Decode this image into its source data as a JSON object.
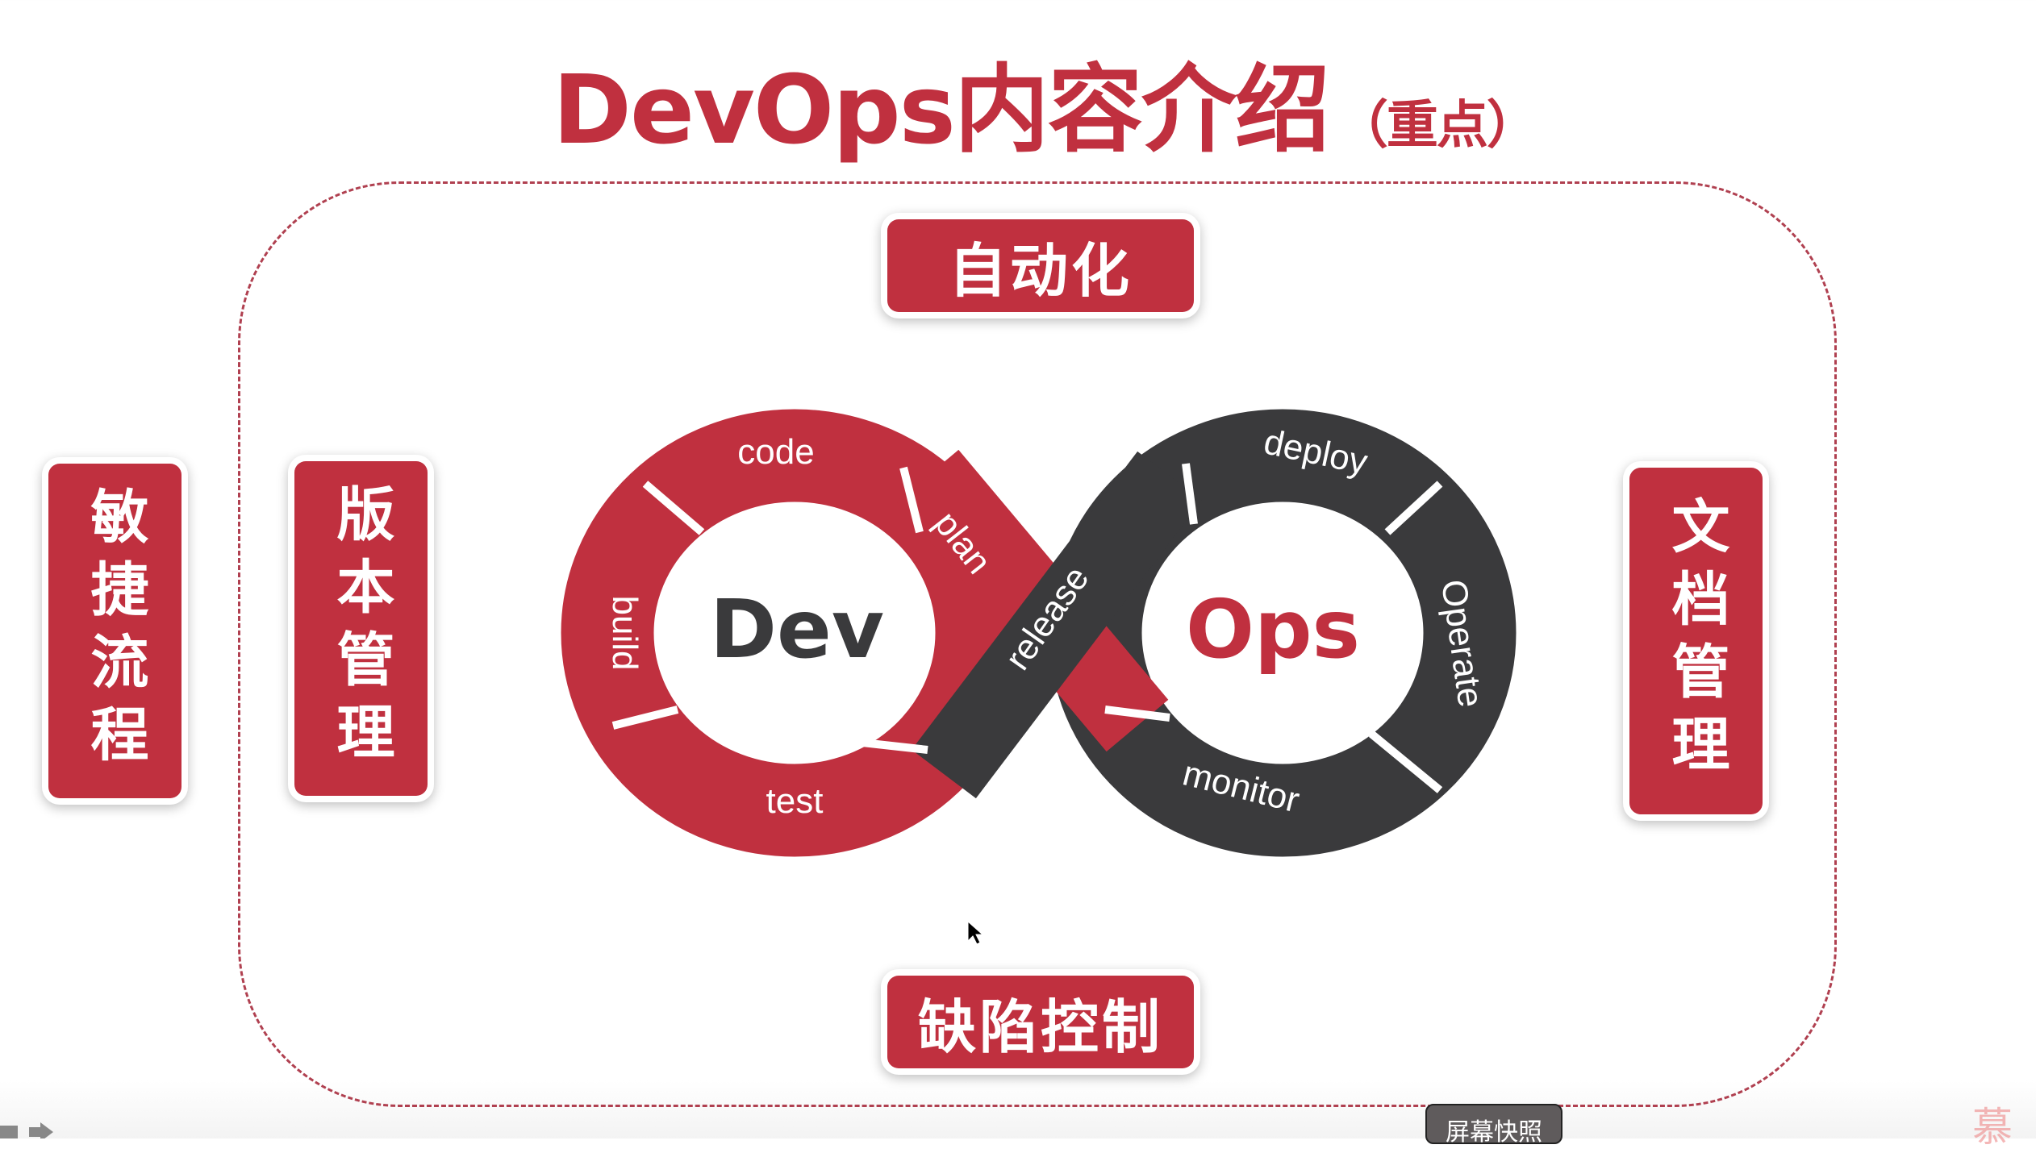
{
  "title": {
    "main": "DevOps内容介绍",
    "sub": "（重点）"
  },
  "boxes": {
    "top": "自动化",
    "bottom": "缺陷控制",
    "left1": "敏捷流程",
    "left2": "版本管理",
    "right": "文档管理"
  },
  "diagram": {
    "dev": "Dev",
    "ops": "Ops",
    "stages": {
      "code": "code",
      "build": "build",
      "test": "test",
      "plan": "plan",
      "release": "release",
      "deploy": "deploy",
      "operate": "Operate",
      "monitor": "monitor"
    }
  },
  "colors": {
    "red": "#c0303f",
    "dark": "#3a3a3c"
  },
  "tooltip": "屏幕快照",
  "logo": "慕"
}
